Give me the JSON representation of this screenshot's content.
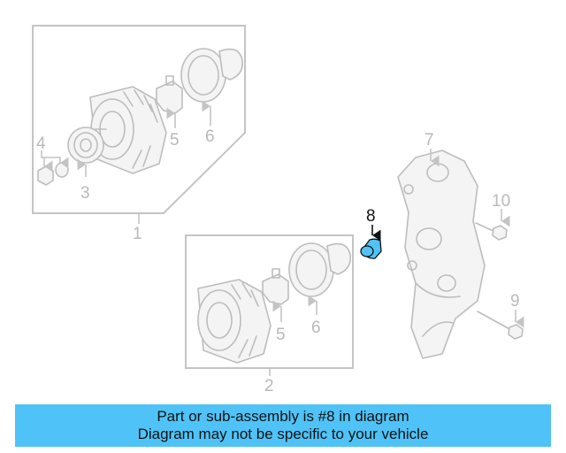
{
  "diagram": {
    "callouts": {
      "c1": "1",
      "c2": "2",
      "c3": "3",
      "c4": "4",
      "c5a": "5",
      "c5b": "5",
      "c6a": "6",
      "c6b": "6",
      "c7": "7",
      "c8": "8",
      "c9": "9",
      "c10": "10"
    },
    "highlight_color": "#4fc3f7",
    "highlighted_part": "8"
  },
  "banner": {
    "line1": "Part or sub-assembly is #8 in diagram",
    "line2": "Diagram may not be specific to your vehicle",
    "background": "#4fc3f7"
  }
}
